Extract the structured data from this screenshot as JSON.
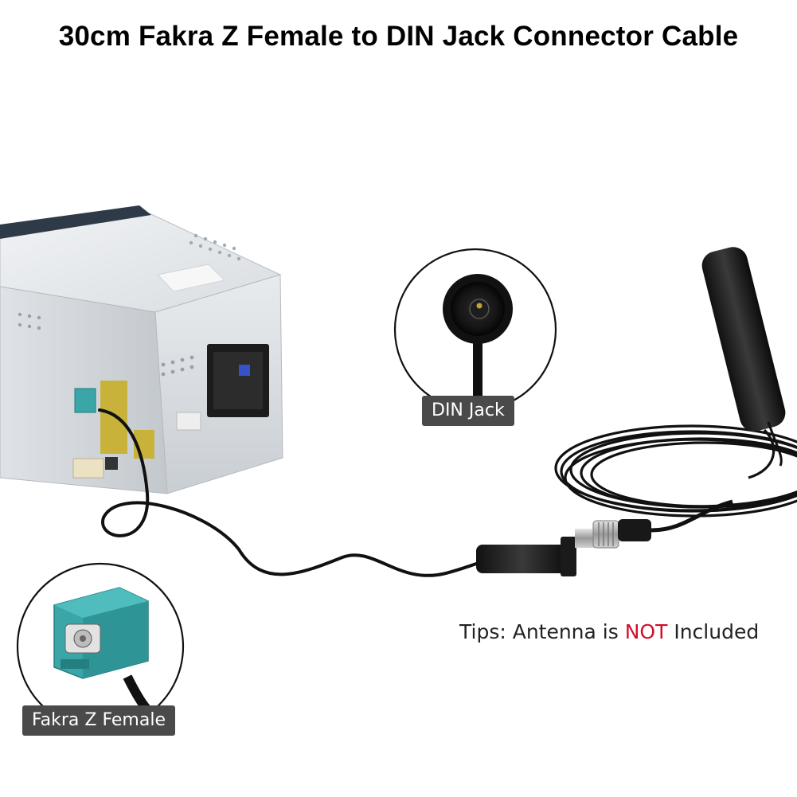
{
  "title": "30cm Fakra Z Female to DIN Jack Connector Cable",
  "callouts": {
    "din_jack": "DIN Jack",
    "fakra_z_female": "Fakra Z Female"
  },
  "tips": {
    "prefix": "Tips: Antenna is",
    "emphasis": "NOT",
    "suffix": "Included"
  },
  "colors": {
    "fakra_connector": "#3aa6a8",
    "emphasis_red": "#d0102b",
    "label_bg": "#4a4a4a",
    "yellow_plug": "#c9b23a"
  }
}
